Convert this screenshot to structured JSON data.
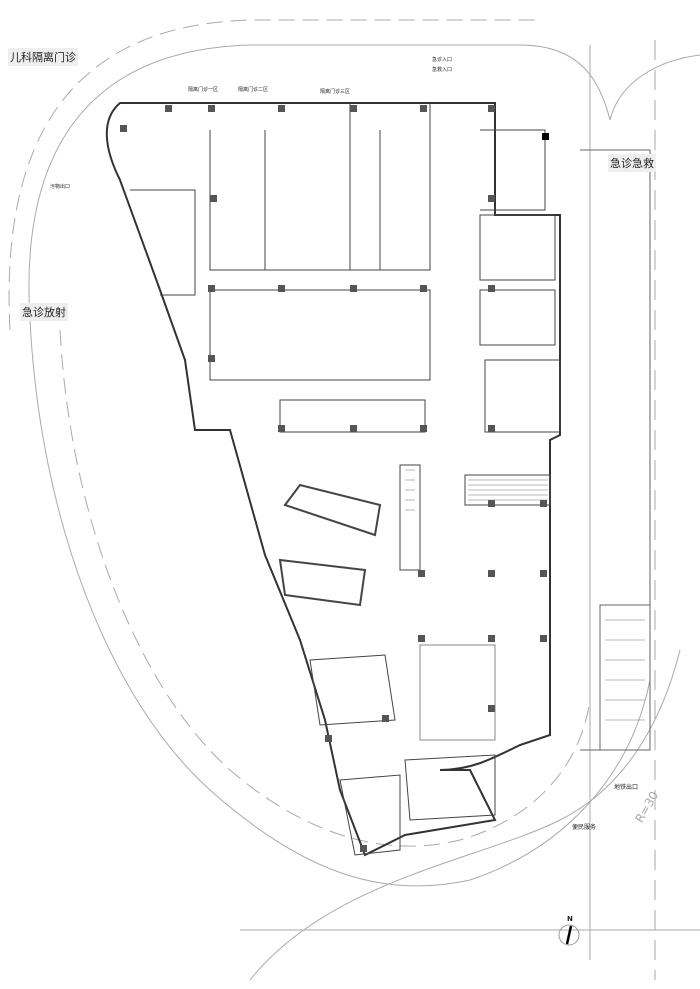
{
  "labels": {
    "pediatric_isolation": "儿科隔离门诊",
    "emergency_entrance": "急诊入口",
    "rescue_entrance": "急救入口",
    "emergency_rescue": "急诊急救",
    "emergency_radiology": "急诊放射",
    "waste_exit": "污物出口",
    "isolation_zone_1": "隔离门诊一区",
    "isolation_zone_2": "隔离门诊二区",
    "isolation_zone_3": "隔离门诊三区",
    "metro_exit": "地铁出口",
    "convenience_service": "便民服务",
    "radius": "R=30",
    "north": "N"
  },
  "colors": {
    "wall": "#333333",
    "column": "#555555",
    "road": "#999999"
  }
}
